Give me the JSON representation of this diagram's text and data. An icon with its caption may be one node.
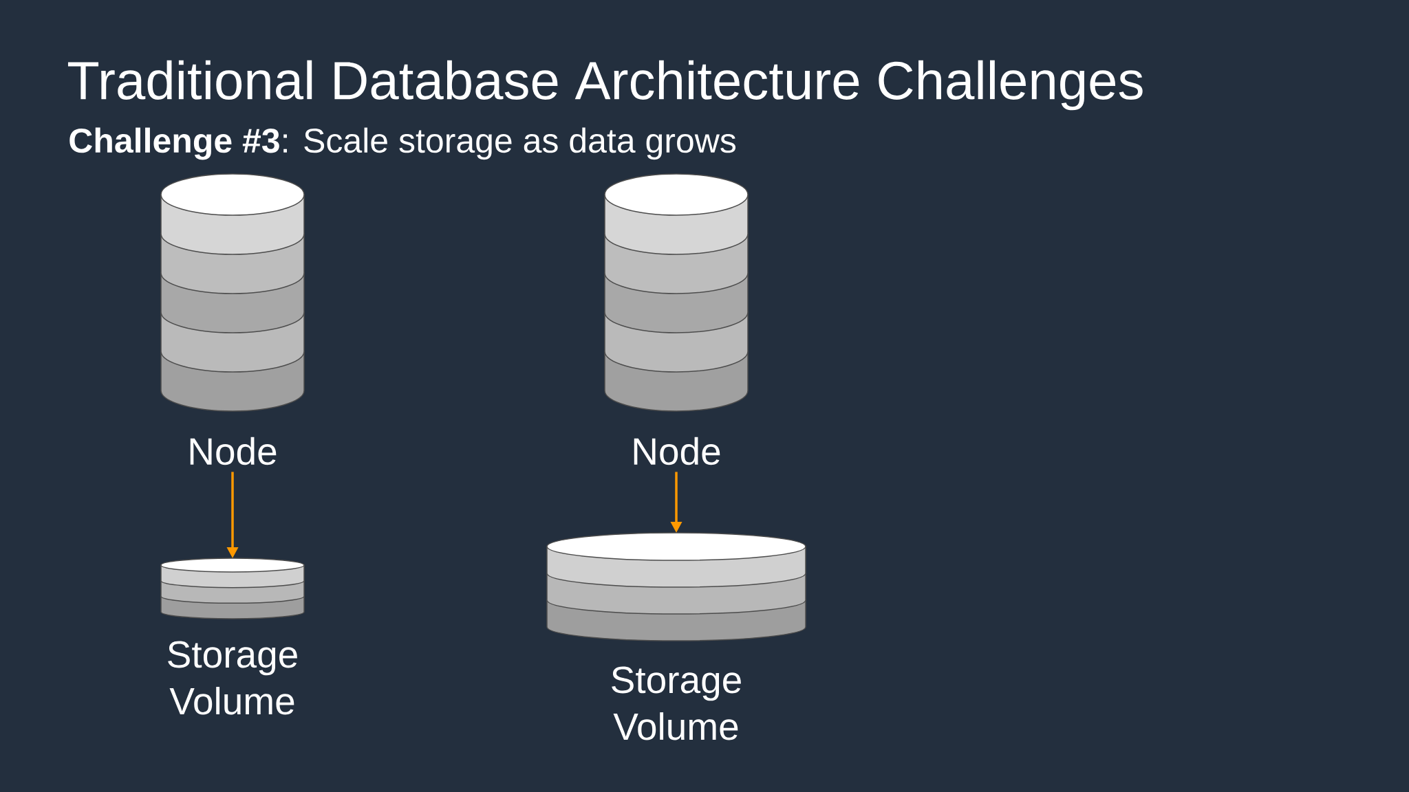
{
  "diagram": {
    "title": "Traditional Database Architecture Challenges",
    "caption": "**Challenge #3**: Scale storage as data grows",
    "nodes": [
      {
        "text": [
          "Node"
        ]
      },
      {
        "text": [
          "Storage Volume"
        ]
      },
      {
        "text": [
          "Node"
        ]
      },
      {
        "text": [
          "Storage Volume"
        ]
      }
    ],
    "edges": [
      {
        "from": 0,
        "to": 1,
        "arrow": "to"
      },
      {
        "from": 2,
        "to": 3,
        "arrow": "to"
      }
    ]
  }
}
